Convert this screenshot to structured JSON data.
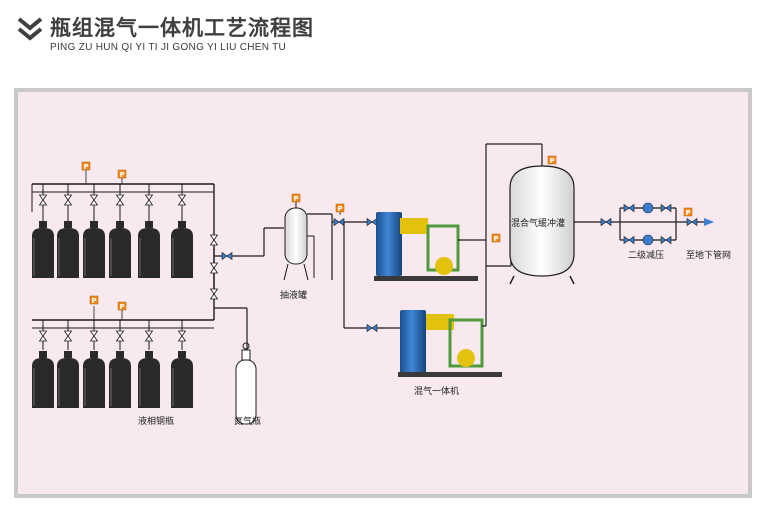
{
  "header": {
    "title": "瓶组混气一体机工艺流程图",
    "subtitle": "PING ZU HUN QI YI TI JI GONG YI LIU CHEN TU"
  },
  "labels": {
    "liquid_cylinders": "液相钢瓶",
    "nitrogen_cylinder": "氮气瓶",
    "liquid_extraction_tank": "抽液罐",
    "mixing_machine": "混气一体机",
    "buffer_tank": "混合气缓冲灌",
    "secondary_regulation": "二级减压",
    "to_underground_pipe": "至地下管网",
    "gauge_symbol": "P"
  },
  "colors": {
    "panel_background": "#f7e9ee",
    "panel_frame": "#c9c9c9",
    "pipe": "#1c1c1c",
    "machine_blue": "#1f5fa8",
    "valve_blue": "#3a7fd0",
    "gauge_orange": "#f08a1d",
    "cylinder_dark": "#2a2a2a",
    "accent_yellow": "#e3c20e",
    "accent_green": "#4f9a3a"
  }
}
